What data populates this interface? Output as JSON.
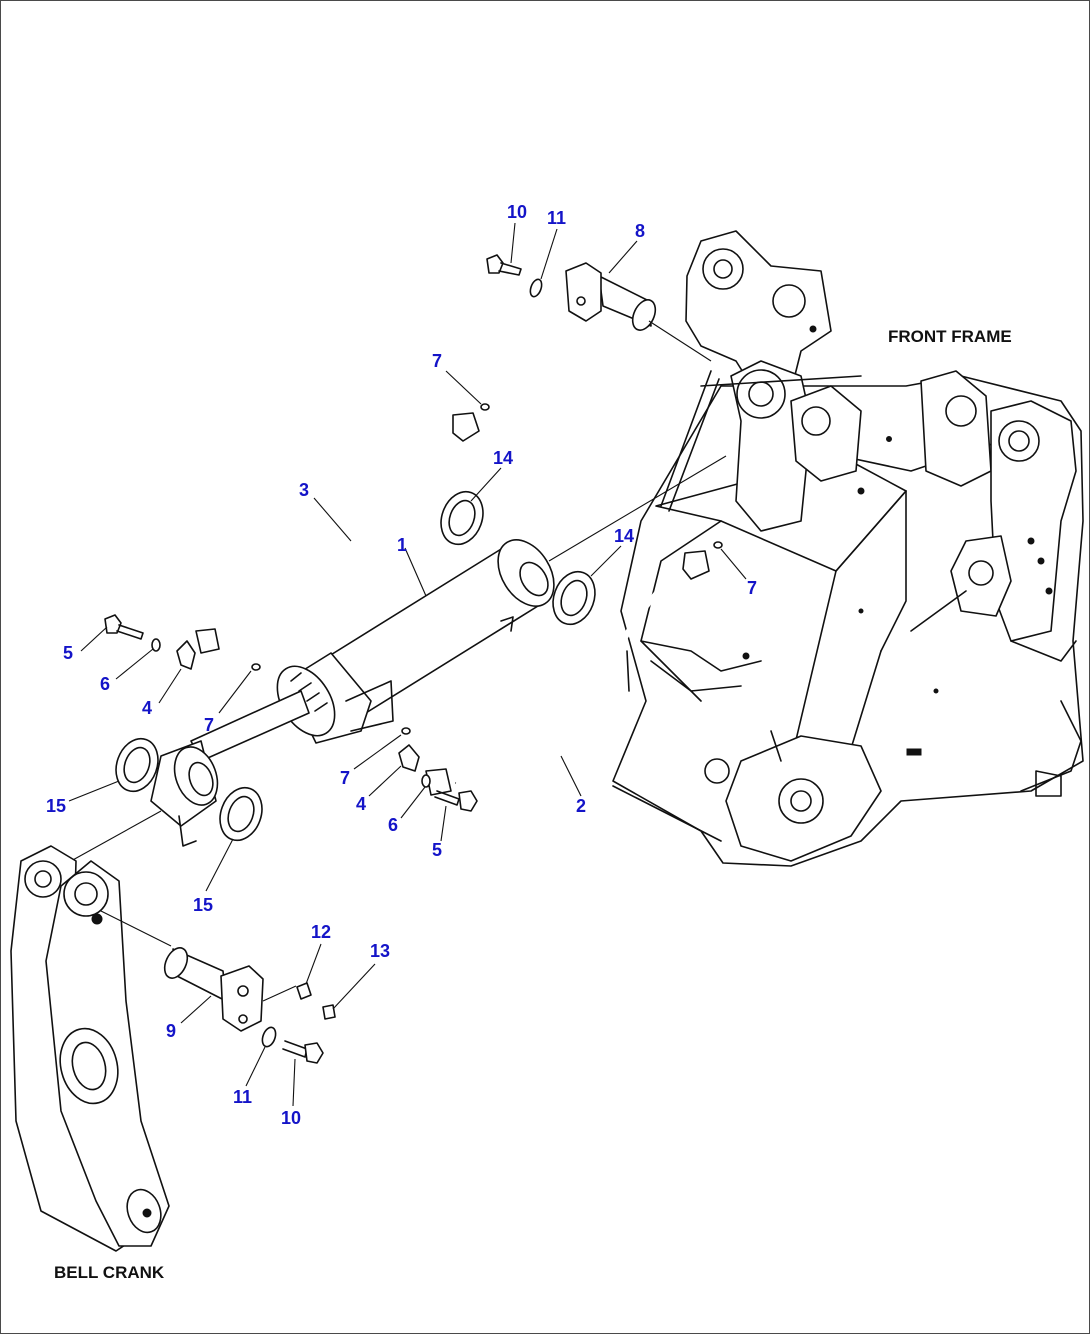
{
  "labels": {
    "front_frame": "FRONT FRAME",
    "bell_crank": "BELL CRANK"
  },
  "colors": {
    "callout": "#1414c8",
    "line": "#111111",
    "background": "#ffffff"
  },
  "callouts": [
    {
      "id": "c10a",
      "text": "10"
    },
    {
      "id": "c11a",
      "text": "11"
    },
    {
      "id": "c8",
      "text": "8"
    },
    {
      "id": "c7a",
      "text": "7"
    },
    {
      "id": "c3",
      "text": "3"
    },
    {
      "id": "c14a",
      "text": "14"
    },
    {
      "id": "c1",
      "text": "1"
    },
    {
      "id": "c14b",
      "text": "14"
    },
    {
      "id": "c7b",
      "text": "7"
    },
    {
      "id": "c5a",
      "text": "5"
    },
    {
      "id": "c6a",
      "text": "6"
    },
    {
      "id": "c4a",
      "text": "4"
    },
    {
      "id": "c7c",
      "text": "7"
    },
    {
      "id": "c7d",
      "text": "7"
    },
    {
      "id": "c4b",
      "text": "4"
    },
    {
      "id": "c6b",
      "text": "6"
    },
    {
      "id": "c5b",
      "text": "5"
    },
    {
      "id": "c2",
      "text": "2"
    },
    {
      "id": "c15a",
      "text": "15"
    },
    {
      "id": "c15b",
      "text": "15"
    },
    {
      "id": "c12",
      "text": "12"
    },
    {
      "id": "c13",
      "text": "13"
    },
    {
      "id": "c9",
      "text": "9"
    },
    {
      "id": "c11b",
      "text": "11"
    },
    {
      "id": "c10b",
      "text": "10"
    }
  ]
}
